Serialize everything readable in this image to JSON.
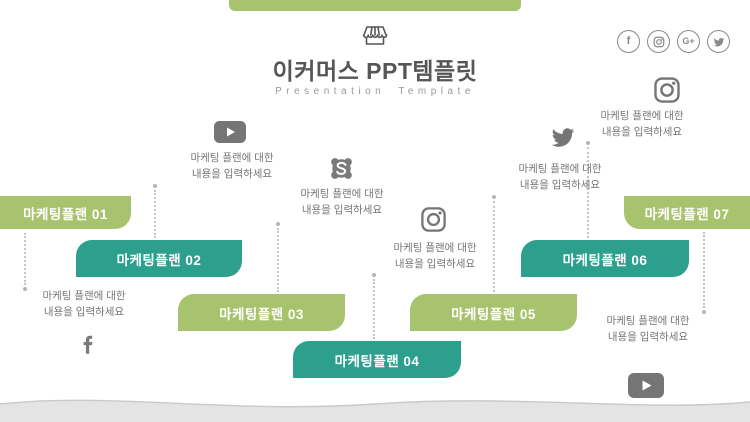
{
  "header": {
    "title": "이커머스 PPT템플릿",
    "subtitle": "Presentation Template"
  },
  "social": {
    "icons": [
      "facebook",
      "instagram",
      "google-plus",
      "twitter"
    ],
    "facebook_glyph": "f",
    "google_plus_glyph": "G+"
  },
  "plans": [
    {
      "label": "마케팅플랜 01",
      "color": "#a8c36e"
    },
    {
      "label": "마케팅플랜 02",
      "color": "#2ca08c"
    },
    {
      "label": "마케팅플랜 03",
      "color": "#a8c36e"
    },
    {
      "label": "마케팅플랜 04",
      "color": "#2ca08c"
    },
    {
      "label": "마케팅플랜 05",
      "color": "#a8c36e"
    },
    {
      "label": "마케팅플랜 06",
      "color": "#2ca08c"
    },
    {
      "label": "마케팅플랜 07",
      "color": "#a8c36e"
    }
  ],
  "descriptions": [
    {
      "icon": "facebook-icon",
      "line1": "마케팅 플랜에 대한",
      "line2": "내용을 입력하세요"
    },
    {
      "icon": "youtube-icon",
      "line1": "마케팅 플랜에 대한",
      "line2": "내용을 입력하세요"
    },
    {
      "icon": "skype-icon",
      "line1": "마케팅 플랜에 대한",
      "line2": "내용을 입력하세요"
    },
    {
      "icon": "instagram-icon",
      "line1": "마케팅 플랜에 대한",
      "line2": "내용을 입력하세요"
    },
    {
      "icon": "twitter-icon",
      "line1": "마케팅 플랜에 대한",
      "line2": "내용을 입력하세요"
    },
    {
      "icon": "instagram-icon",
      "line1": "마케팅 플랜에 대한",
      "line2": "내용을 입력하세요"
    },
    {
      "icon": "youtube-icon",
      "line1": "마케팅 플랜에 대한",
      "line2": "내용을 입력하세요"
    }
  ],
  "colors": {
    "light_green": "#a8c36e",
    "teal": "#2ca08c",
    "title_text": "#565656",
    "body_text": "#757575",
    "wave_fill": "#e4e4e4"
  }
}
